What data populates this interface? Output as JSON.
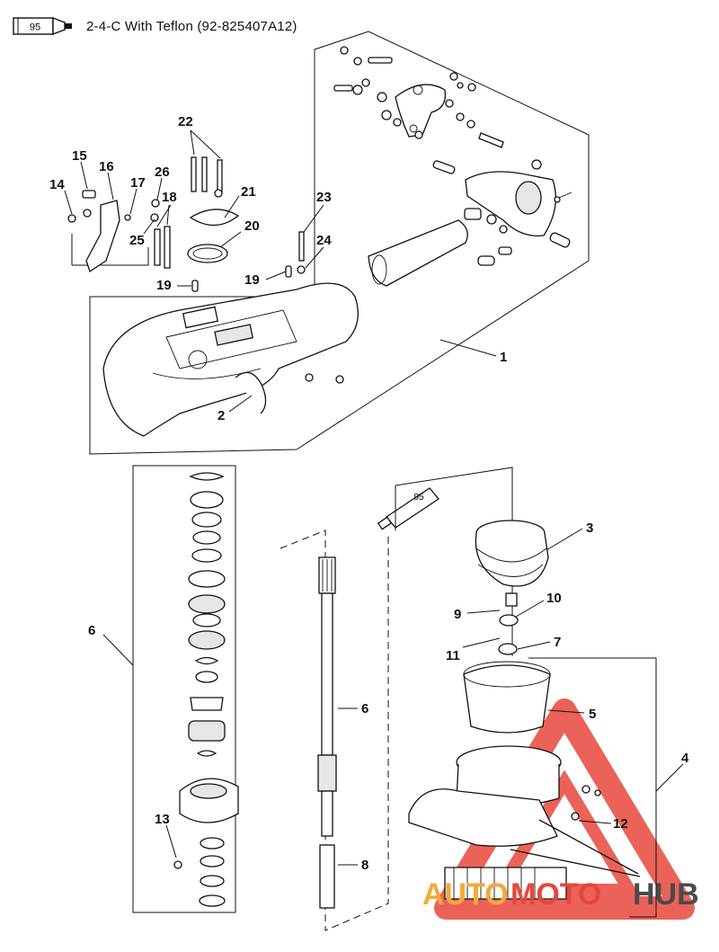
{
  "header": {
    "tube_label": "95",
    "note": "2-4-C  With Teflon (92-825407A12)"
  },
  "diagram": {
    "small_tube_label": "95",
    "callouts": {
      "c1": "1",
      "c2": "2",
      "c3": "3",
      "c4": "4",
      "c5": "5",
      "c6a": "6",
      "c6b": "6",
      "c7": "7",
      "c8": "8",
      "c9": "9",
      "c10": "10",
      "c11": "11",
      "c12": "12",
      "c13": "13",
      "c14": "14",
      "c15": "15",
      "c16": "16",
      "c17": "17",
      "c18": "18",
      "c19a": "19",
      "c19b": "19",
      "c20": "20",
      "c21": "21",
      "c22": "22",
      "c23": "23",
      "c24": "24",
      "c25": "25",
      "c26": "26"
    }
  },
  "watermark": {
    "part1": "AUTO",
    "part2": "MOTO",
    "part3": "HUB",
    "colors": {
      "primary": "#e8463c",
      "secondary": "#f2a93b",
      "tertiary": "#4a4a4a"
    }
  }
}
